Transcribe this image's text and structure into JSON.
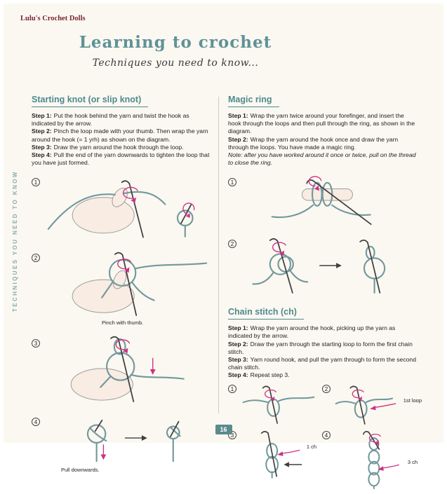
{
  "page": {
    "book_title": "Lulu's Crochet Dolls",
    "title": "Learning to crochet",
    "subtitle": "Techniques you need to know...",
    "sidebar_text": "TECHNIQUES YOU NEED TO KNOW",
    "page_number": "16"
  },
  "colors": {
    "teal_accent": "#4e8a8e",
    "title_teal": "#5f9297",
    "pink_arrow": "#cd3286",
    "maroon_header": "#7a2430",
    "background": "#fbf8f1",
    "yarn": "#73989d"
  },
  "slip_knot": {
    "heading": "Starting knot (or slip knot)",
    "steps": [
      {
        "label": "Step 1:",
        "text": "Put the hook behind the yarn and twist the hook as indicated by the arrow."
      },
      {
        "label": "Step 2:",
        "text": "Pinch the loop made with your thumb. Then wrap the yarn around the hook (= 1 yrh) as shown on the diagram."
      },
      {
        "label": "Step 3:",
        "text": "Draw the yarn around the hook through the loop."
      },
      {
        "label": "Step 4:",
        "text": "Pull the end of the yarn downwards to tighten the loop that you have just formed."
      }
    ],
    "fig_numbers": [
      "1",
      "2",
      "3",
      "4"
    ],
    "caption_pinch": "Pinch with thumb.",
    "caption_pull": "Pull downwards."
  },
  "magic_ring": {
    "heading": "Magic ring",
    "steps": [
      {
        "label": "Step 1:",
        "text": "Wrap the yarn twice around your forefinger, and insert the hook through the loops and then pull through the ring, as shown in the diagram."
      },
      {
        "label": "Step 2:",
        "text": "Wrap the yarn around the hook once and draw the yarn through the loops. You have made a magic ring."
      }
    ],
    "note": "Note: after you have worked around it once or twice, pull on the thread to close the ring.",
    "fig_numbers": [
      "1",
      "2"
    ]
  },
  "chain_stitch": {
    "heading": "Chain stitch (ch)",
    "steps": [
      {
        "label": "Step 1:",
        "text": "Wrap the yarn around the hook, picking up the yarn as indicated by the arrow."
      },
      {
        "label": "Step 2:",
        "text": "Draw the yarn through the starting loop to form the first chain stitch."
      },
      {
        "label": "Step 3:",
        "text": "Yarn round hook, and pull the yarn through to form the second chain stitch."
      },
      {
        "label": "Step 4:",
        "text": "Repeat step 3."
      }
    ],
    "fig_numbers": [
      "1",
      "2",
      "3",
      "4"
    ],
    "labels": {
      "first_loop": "1st loop",
      "one_ch": "1 ch",
      "three_ch": "3 ch"
    }
  }
}
